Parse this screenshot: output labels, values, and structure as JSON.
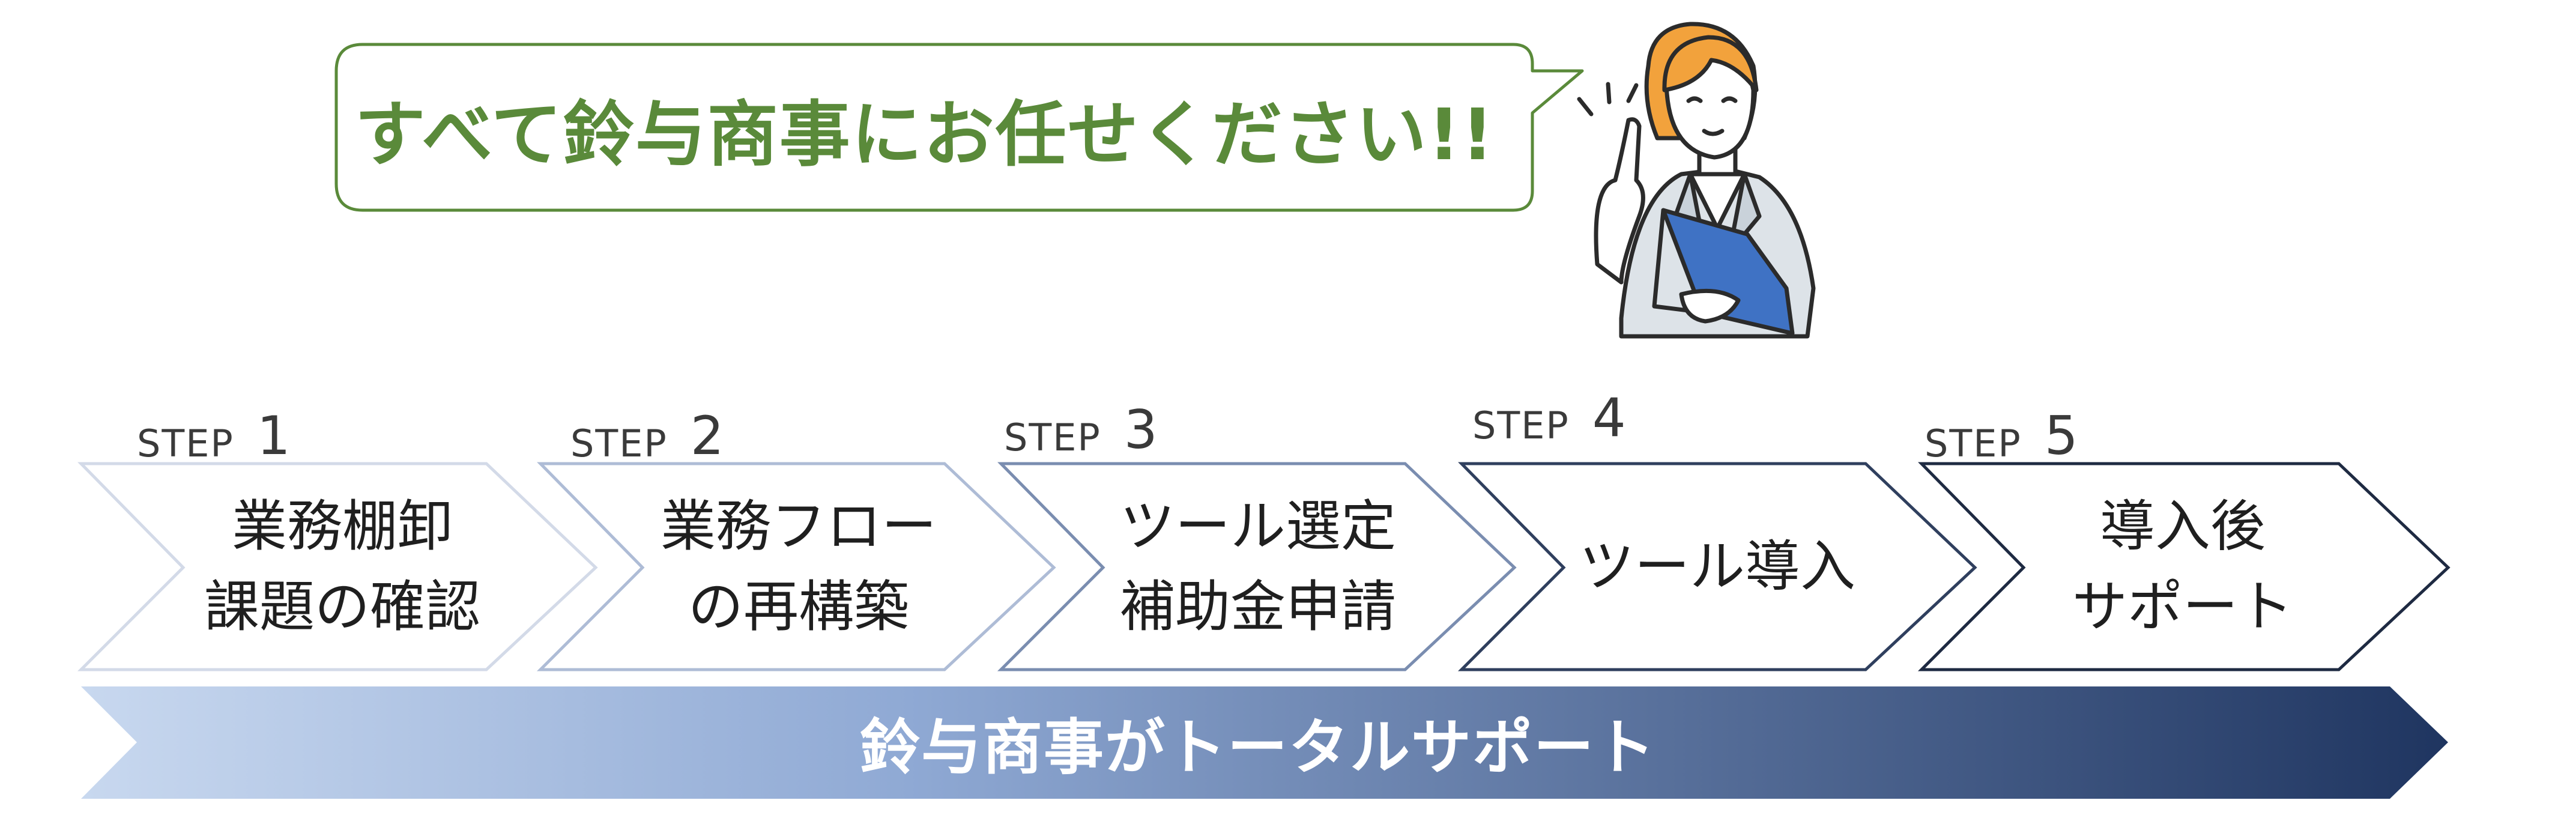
{
  "header": {
    "speech": "すべて鈴与商事にお任せください!!"
  },
  "steps": [
    {
      "word": "STEP",
      "number": "1",
      "lines": [
        "業務棚卸",
        "課題の確認"
      ]
    },
    {
      "word": "STEP",
      "number": "2",
      "lines": [
        "業務フロー",
        "の再構築"
      ]
    },
    {
      "word": "STEP",
      "number": "3",
      "lines": [
        "ツール選定",
        "補助金申請"
      ]
    },
    {
      "word": "STEP",
      "number": "4",
      "lines": [
        "ツール導入"
      ]
    },
    {
      "word": "STEP",
      "number": "5",
      "lines": [
        "導入後",
        "サポート"
      ]
    }
  ],
  "banner": {
    "text": "鈴与商事がトータルサポート"
  },
  "colors": {
    "speech_text": "#5a8a3a",
    "bubble_border": "#5a8a3a",
    "chevron_outlines": [
      "#d3dae8",
      "#aebcd6",
      "#7a8db0",
      "#2f3f5e",
      "#1e2a42"
    ],
    "banner_gradient_start": "#c8d8ef",
    "banner_gradient_mid": "#8fa9d4",
    "banner_gradient_end": "#1f3560",
    "folder_blue": "#3f72c4",
    "hair_orange": "#f2a23c"
  },
  "icons": {
    "illustration": "businesswoman-holding-folder-icon",
    "bubble": "speech-bubble"
  }
}
